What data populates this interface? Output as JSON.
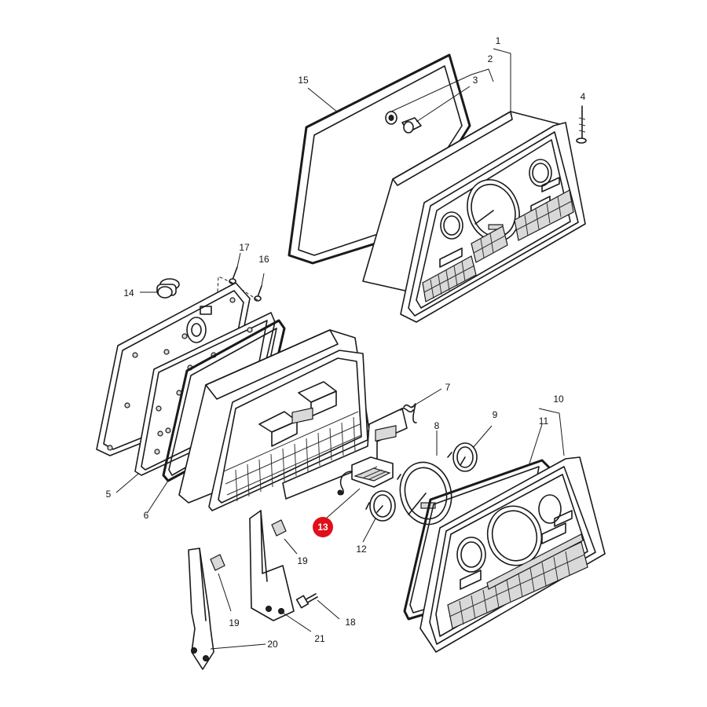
{
  "diagram": {
    "highlighted_part": "13",
    "labels": {
      "p1": "1",
      "p2": "2",
      "p3": "3",
      "p4": "4",
      "p5": "5",
      "p6": "6",
      "p7": "7",
      "p8": "8",
      "p9": "9",
      "p10": "10",
      "p11": "11",
      "p12": "12",
      "p13": "13",
      "p14": "14",
      "p15": "15",
      "p16": "16",
      "p17": "17",
      "p18": "18",
      "p19a": "19",
      "p19b": "19",
      "p20": "20",
      "p21": "21"
    }
  }
}
